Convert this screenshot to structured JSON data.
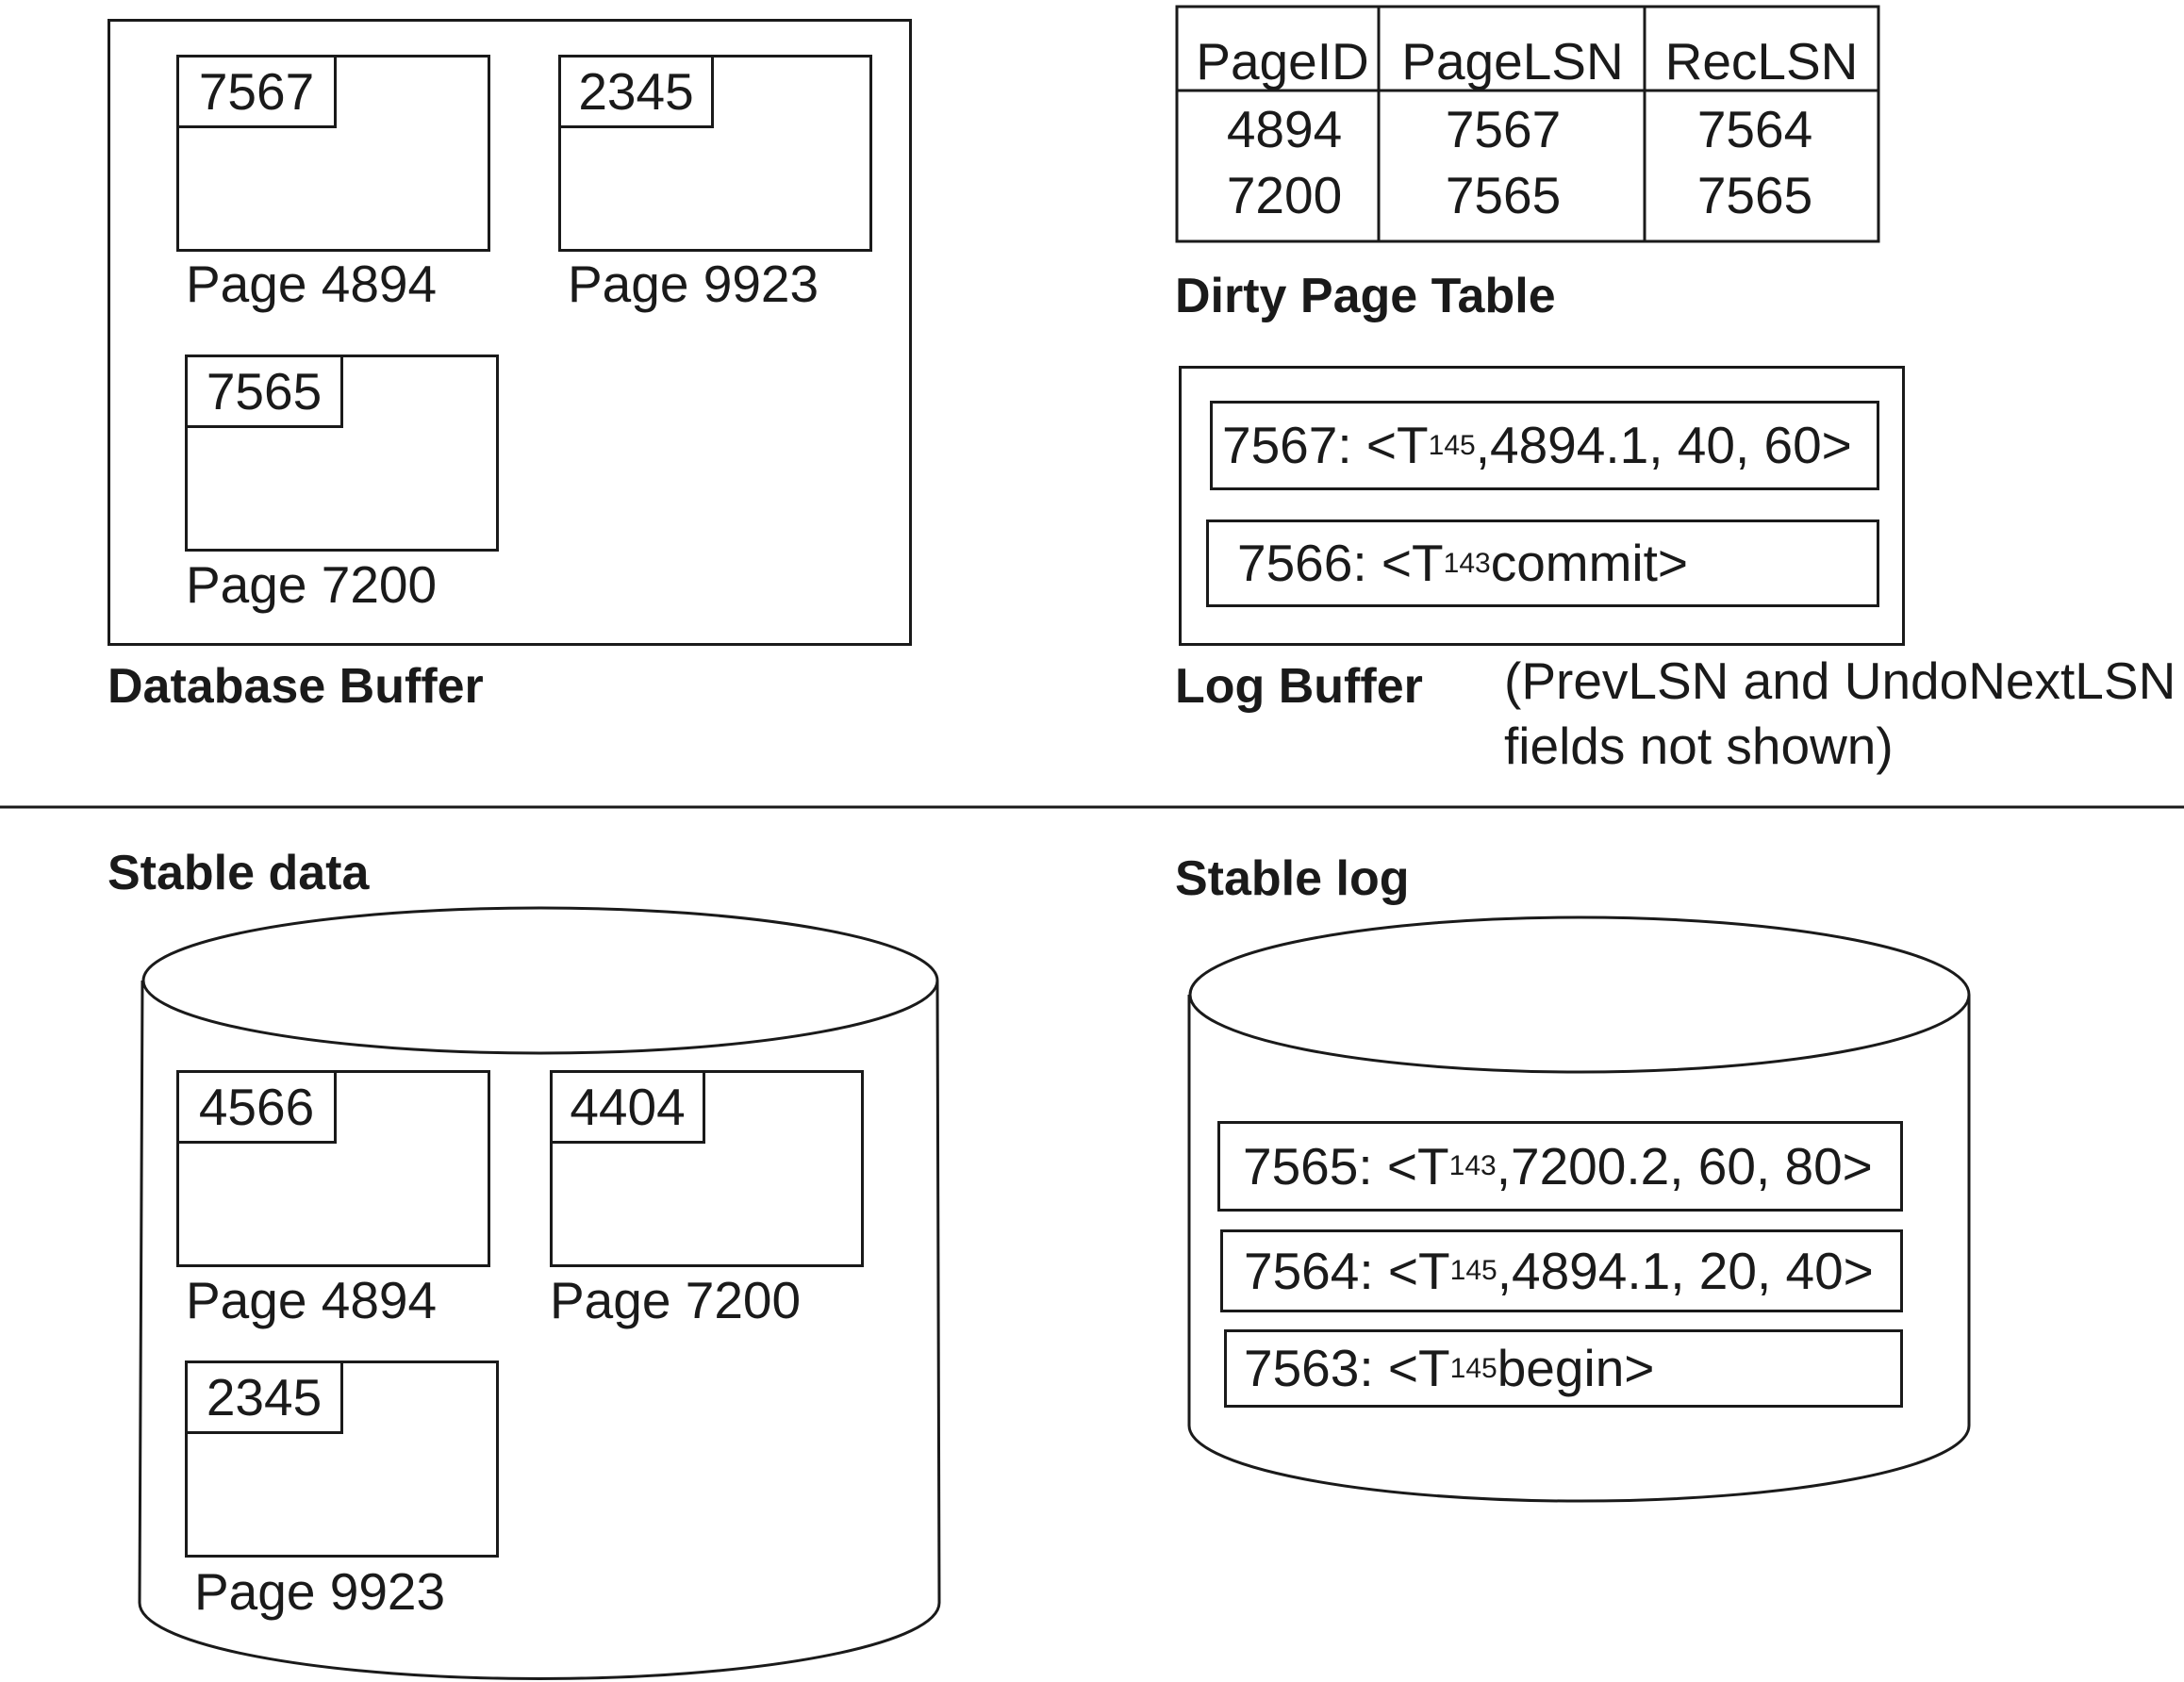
{
  "database_buffer": {
    "label": "Database Buffer",
    "pages": [
      {
        "page_label": "Page 4894",
        "page_lsn": "7567"
      },
      {
        "page_label": "Page 9923",
        "page_lsn": "2345"
      },
      {
        "page_label": "Page 7200",
        "page_lsn": "7565"
      }
    ]
  },
  "dirty_page_table": {
    "label": "Dirty Page Table",
    "columns": [
      "PageID",
      "PageLSN",
      "RecLSN"
    ],
    "rows": [
      [
        "4894",
        "7567",
        "7564"
      ],
      [
        "7200",
        "7565",
        "7565"
      ]
    ]
  },
  "log_buffer": {
    "label": "Log Buffer",
    "note_line1": "(PrevLSN and UndoNextLSN",
    "note_line2": "fields not shown)",
    "records": [
      {
        "lsn": "7567",
        "prefix": ": <T",
        "txn": "145",
        "rest": ",4894.1, 40, 60>"
      },
      {
        "lsn": "7566",
        "prefix": ": <T",
        "txn": "143",
        "rest": " commit>"
      }
    ]
  },
  "stable_data": {
    "label": "Stable data",
    "pages": [
      {
        "page_label": "Page 4894",
        "page_lsn": "4566"
      },
      {
        "page_label": "Page 7200",
        "page_lsn": "4404"
      },
      {
        "page_label": "Page 9923",
        "page_lsn": "2345"
      }
    ]
  },
  "stable_log": {
    "label": "Stable log",
    "records": [
      {
        "lsn": "7565",
        "prefix": ": <T",
        "txn": "143",
        "rest": ",7200.2, 60, 80>"
      },
      {
        "lsn": "7564",
        "prefix": ": <T",
        "txn": "145",
        "rest": ",4894.1, 20, 40>"
      },
      {
        "lsn": "7563",
        "prefix": ": <T",
        "txn": "145",
        "rest": " begin>"
      }
    ]
  }
}
